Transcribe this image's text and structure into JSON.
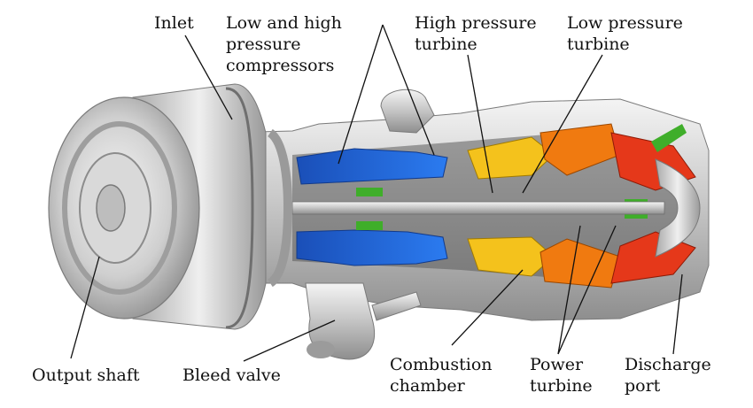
{
  "labels": {
    "inlet": "Inlet",
    "compressors_line1": "Low and high",
    "compressors_line2": "pressure",
    "compressors_line3": "compressors",
    "hp_turbine_line1": "High pressure",
    "hp_turbine_line2": "turbine",
    "lp_turbine_line1": "Low pressure",
    "lp_turbine_line2": "turbine",
    "output_shaft": "Output shaft",
    "bleed_valve": "Bleed valve",
    "combustion_line1": "Combustion",
    "combustion_line2": "chamber",
    "power_turbine_line1": "Power",
    "power_turbine_line2": "turbine",
    "discharge_line1": "Discharge",
    "discharge_line2": "port"
  },
  "colors": {
    "compressor": "#1f5fd0",
    "hp_turbine": "#f2c21a",
    "lp_turbine": "#f07a10",
    "power_turbine": "#e8361a",
    "green_parts": "#3fae2a",
    "metal_light": "#e6e6e6",
    "metal_dark": "#8a8a8a",
    "text": "#111111"
  }
}
